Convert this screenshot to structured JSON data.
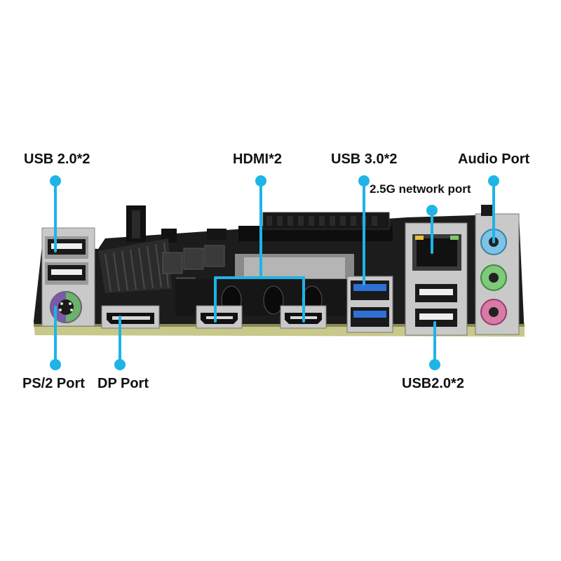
{
  "colors": {
    "callout": "#1eb4e6",
    "pcb": "#1c1c1c",
    "pcb_edge": "#c8c88a",
    "metal": "#c9c9c9",
    "usb3_blue": "#2f6fd6",
    "audio_blue": "#7cc3e8",
    "audio_green": "#7fc97a",
    "audio_pink": "#d77aa6",
    "ps2_purple": "#7a5aa8",
    "ps2_green": "#6bb36b"
  },
  "labels": {
    "usb20_left": "USB 2.0*2",
    "hdmi": "HDMI*2",
    "usb30": "USB 3.0*2",
    "audio": "Audio Port",
    "network": "2.5G network port",
    "ps2": "PS/2 Port",
    "dp": "DP Port",
    "usb20_right": "USB2.0*2"
  }
}
